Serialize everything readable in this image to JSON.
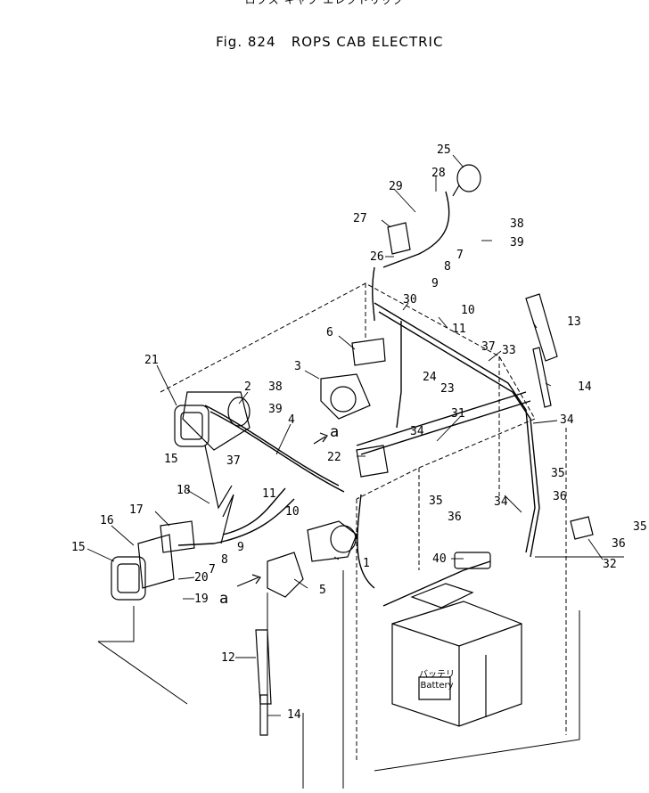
{
  "header": {
    "jp_title": "ロプス キャブ エレクトリック",
    "fig_label": "Fig. 824",
    "title": "ROPS CAB ELECTRIC"
  },
  "callouts": [
    "25",
    "28",
    "29",
    "27",
    "38",
    "39",
    "7",
    "26",
    "8",
    "9",
    "10",
    "30",
    "11",
    "6",
    "13",
    "37",
    "33",
    "21",
    "2",
    "38",
    "3",
    "24",
    "23",
    "14",
    "39",
    "4",
    "31",
    "34",
    "34",
    "15",
    "37",
    "22",
    "18",
    "11",
    "10",
    "35",
    "36",
    "17",
    "35",
    "36",
    "16",
    "35",
    "34",
    "36",
    "15",
    "8",
    "9",
    "32",
    "7",
    "40",
    "1",
    "20",
    "5",
    "19",
    "12",
    "14"
  ],
  "reference_marks": [
    "a",
    "a"
  ],
  "battery": {
    "jp_label": "バッテリ",
    "label": "Battery"
  }
}
